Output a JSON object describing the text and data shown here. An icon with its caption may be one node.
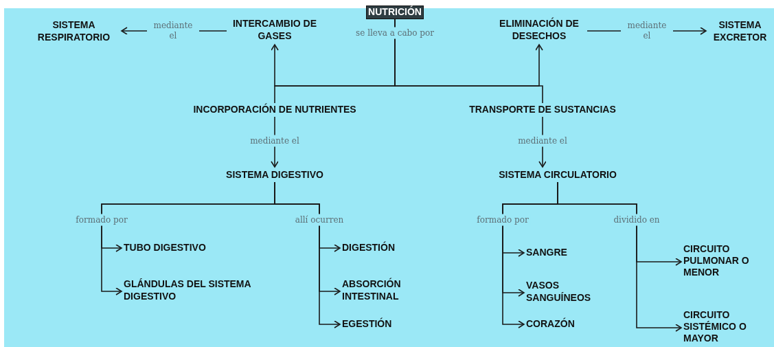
{
  "diagram": {
    "nodes": [
      {
        "text": [
          "NUTRICIÓN"
        ]
      },
      {
        "text": [
          "INTERCAMBIO DE GASES"
        ]
      },
      {
        "text": [
          "ELIMINACIÓN DE DESECHOS"
        ]
      },
      {
        "text": [
          "INCORPORACIÓN DE NUTRIENTES"
        ]
      },
      {
        "text": [
          "TRANSPORTE DE SUSTANCIAS"
        ]
      },
      {
        "text": [
          "SISTEMA RESPIRATORIO"
        ]
      },
      {
        "text": [
          "SISTEMA EXCRETOR"
        ]
      },
      {
        "text": [
          "SISTEMA DIGESTIVO"
        ]
      },
      {
        "text": [
          "SISTEMA CIRCULATORIO"
        ]
      },
      {
        "text": [
          "TUBO DIGESTIVO"
        ]
      },
      {
        "text": [
          "GLÁNDULAS DEL SISTEMA DIGESTIVO"
        ]
      },
      {
        "text": [
          "DIGESTIÓN"
        ]
      },
      {
        "text": [
          "ABSORCIÓN INTESTINAL"
        ]
      },
      {
        "text": [
          "EGESTIÓN"
        ]
      },
      {
        "text": [
          "SANGRE"
        ]
      },
      {
        "text": [
          "VASOS SANGUÍNEOS"
        ]
      },
      {
        "text": [
          "CORAZÓN"
        ]
      },
      {
        "text": [
          "CIRCUITO PULMONAR O MENOR"
        ]
      },
      {
        "text": [
          "CIRCUITO SISTÉMICO O MAYOR"
        ]
      }
    ],
    "edges": [
      {
        "from": 0,
        "to": 1,
        "arrow": "to",
        "label": "se lleva a cabo por"
      },
      {
        "from": 0,
        "to": 2,
        "arrow": "to"
      },
      {
        "from": 0,
        "to": 3,
        "arrow": "none"
      },
      {
        "from": 0,
        "to": 4,
        "arrow": "none"
      },
      {
        "from": 1,
        "to": 5,
        "arrow": "to",
        "label": "mediante el"
      },
      {
        "from": 2,
        "to": 6,
        "arrow": "to",
        "label": "mediante el"
      },
      {
        "from": 3,
        "to": 7,
        "arrow": "to",
        "label": "mediante el"
      },
      {
        "from": 4,
        "to": 8,
        "arrow": "to",
        "label": "mediante el"
      },
      {
        "from": 7,
        "to": 9,
        "arrow": "to",
        "label": "formado por"
      },
      {
        "from": 7,
        "to": 10,
        "arrow": "to"
      },
      {
        "from": 7,
        "to": 11,
        "arrow": "to",
        "label": "allí ocurren"
      },
      {
        "from": 7,
        "to": 12,
        "arrow": "to"
      },
      {
        "from": 7,
        "to": 13,
        "arrow": "to"
      },
      {
        "from": 8,
        "to": 14,
        "arrow": "to",
        "label": "formado por"
      },
      {
        "from": 8,
        "to": 15,
        "arrow": "to"
      },
      {
        "from": 8,
        "to": 16,
        "arrow": "to"
      },
      {
        "from": 8,
        "to": 17,
        "arrow": "to",
        "label": "dividido en"
      },
      {
        "from": 8,
        "to": 18,
        "arrow": "to"
      }
    ]
  }
}
